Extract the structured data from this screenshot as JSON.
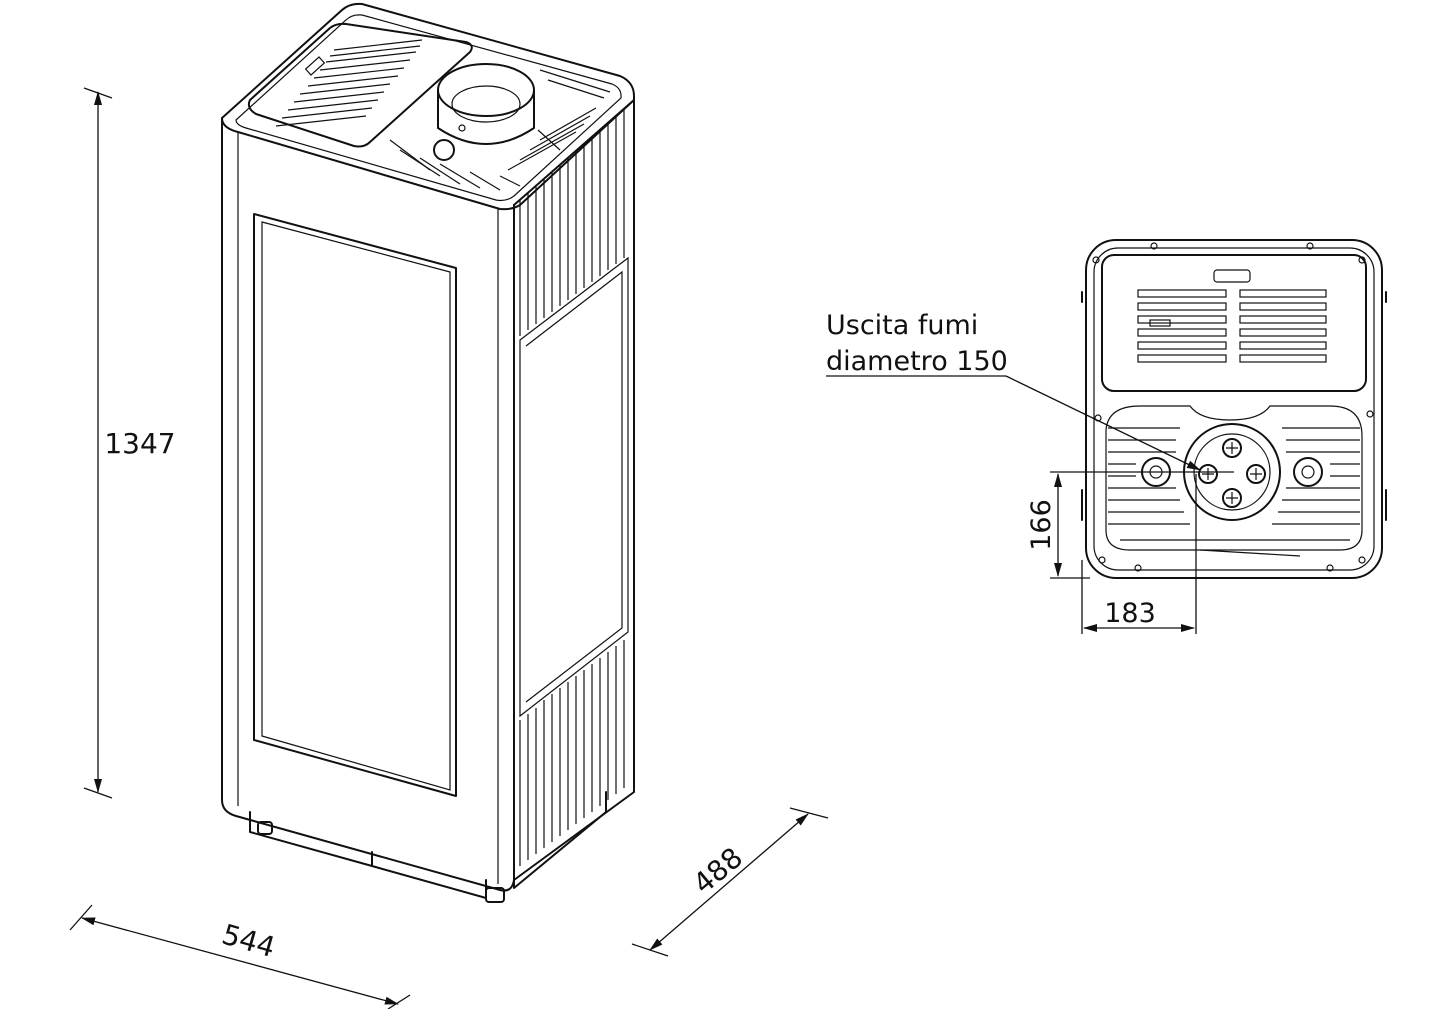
{
  "dimensions": {
    "height": "1347",
    "width": "544",
    "depth": "488",
    "flue_offset_vertical": "166",
    "flue_offset_horizontal": "183"
  },
  "annotation": {
    "line1": "Uscita fumi",
    "line2": "diametro 150"
  }
}
